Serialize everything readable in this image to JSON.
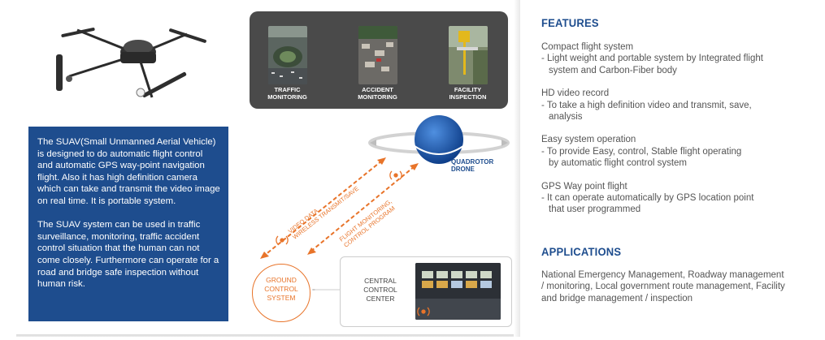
{
  "applications": [
    {
      "label": "TRAFFIC\nMONITORING",
      "icon": "traffic-photo"
    },
    {
      "label": "ACCIDENT\nMONITORING",
      "icon": "accident-photo"
    },
    {
      "label": "FACILITY\nINSPECTION",
      "icon": "facility-photo"
    }
  ],
  "description": {
    "paragraph1": "The SUAV(Small Unmanned Aerial Vehicle) is designed to do automatic flight control and automatic GPS way-point navigation flight.  Also it has high definition camera which can take and transmit the video image on real time.  It is portable system.",
    "paragraph2": "The SUAV system can be used in traffic surveillance, monitoring, traffic accident control situation that the human can not come closely. Furthermore can operate for a road and bridge safe inspection without human risk."
  },
  "diagram": {
    "quadrotor": "QUADROTOR\nDRONE",
    "downlink": "VIDEO DATA\nWIRELESS TRANSMIT/SAVE",
    "uplink": "FLIGHT MONITORING,\nCONTROL PROGRAM",
    "ground": "GROUND\nCONTROL\nSYSTEM",
    "central": "CENTRAL\nCONTROL\nCENTER",
    "accent_color": "#e8742a",
    "brand_color": "#1e4d8e"
  },
  "features": {
    "heading": "FEATURES",
    "items": [
      {
        "title": "Compact flight system",
        "desc": "- Light weight and portable system by Integrated flight\nsystem and Carbon-Fiber body"
      },
      {
        "title": "HD video record",
        "desc": "- To take a high definition video and transmit, save,\nanalysis"
      },
      {
        "title": "Easy system operation",
        "desc": "- To provide Easy, control, Stable flight operating\nby automatic flight control system"
      },
      {
        "title": "GPS Way point flight",
        "desc": "- It can operate automatically by GPS location point\nthat user programmed"
      }
    ]
  },
  "applications_section": {
    "heading": "APPLICATIONS",
    "body": "National Emergency Management, Roadway management / monitoring, Local government route management, Facility and bridge management / inspection"
  }
}
